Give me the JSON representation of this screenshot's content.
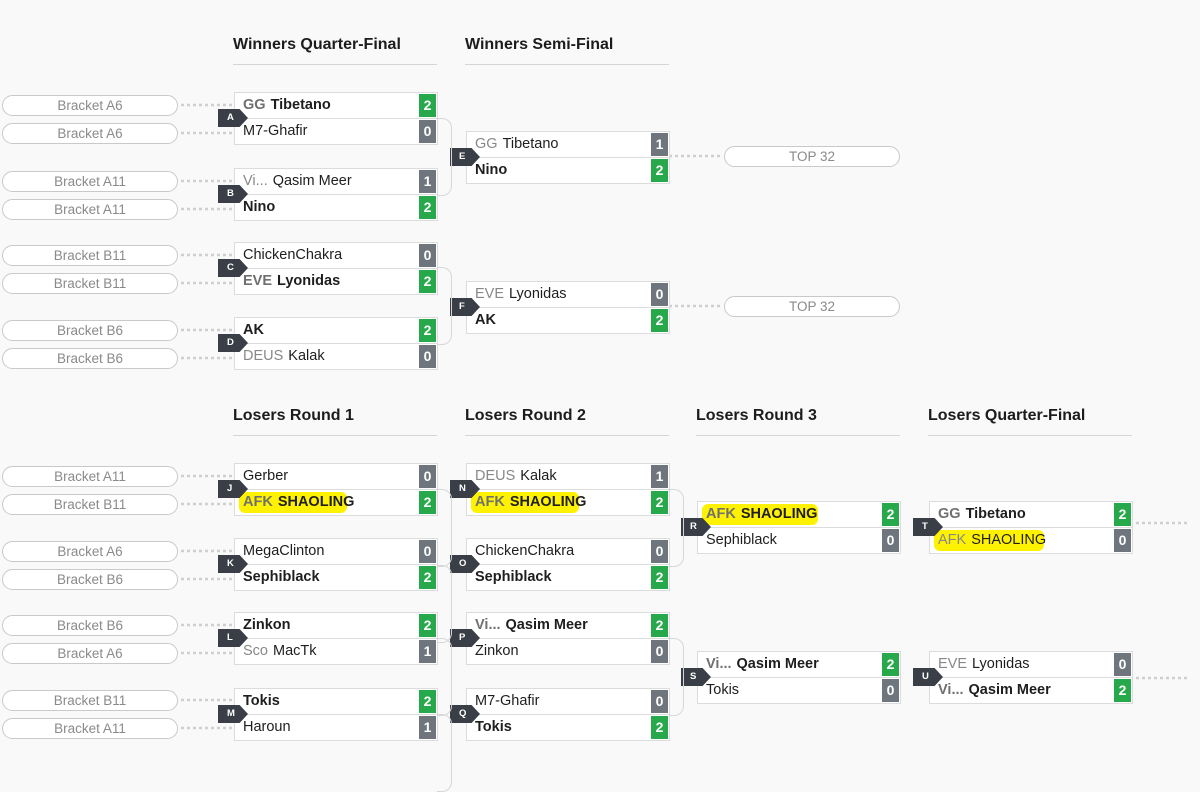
{
  "colors": {
    "win": "#27a84a",
    "loss": "#6e757c",
    "highlight": "#fff200"
  },
  "round_titles": [
    "Winners Quarter-Final",
    "Winners Semi-Final",
    "Losers Round 1",
    "Losers Round 2",
    "Losers Round 3",
    "Losers Quarter-Final"
  ],
  "pills": [
    "Bracket A6",
    "Bracket A6",
    "Bracket A11",
    "Bracket A11",
    "Bracket B11",
    "Bracket B11",
    "Bracket B6",
    "Bracket B6",
    "Bracket A11",
    "Bracket B11",
    "Bracket A6",
    "Bracket B6",
    "Bracket B6",
    "Bracket A6",
    "Bracket B11",
    "Bracket A11",
    "TOP 32",
    "TOP 32"
  ],
  "matches": [
    {
      "id": "A",
      "p": [
        {
          "tag": "GG",
          "name": "Tibetano",
          "score": "2",
          "win": true
        },
        {
          "tag": "",
          "name": "M7-Ghafir",
          "score": "0",
          "win": false
        }
      ]
    },
    {
      "id": "B",
      "p": [
        {
          "tag": "Vi...",
          "name": "Qasim Meer",
          "score": "1",
          "win": false
        },
        {
          "tag": "",
          "name": "Nino",
          "score": "2",
          "win": true
        }
      ]
    },
    {
      "id": "C",
      "p": [
        {
          "tag": "",
          "name": "ChickenChakra",
          "score": "0",
          "win": false
        },
        {
          "tag": "EVE",
          "name": "Lyonidas",
          "score": "2",
          "win": true
        }
      ]
    },
    {
      "id": "D",
      "p": [
        {
          "tag": "",
          "name": "AK",
          "score": "2",
          "win": true
        },
        {
          "tag": "DEUS",
          "name": "Kalak",
          "score": "0",
          "win": false
        }
      ]
    },
    {
      "id": "E",
      "p": [
        {
          "tag": "GG",
          "name": "Tibetano",
          "score": "1",
          "win": false
        },
        {
          "tag": "",
          "name": "Nino",
          "score": "2",
          "win": true
        }
      ]
    },
    {
      "id": "F",
      "p": [
        {
          "tag": "EVE",
          "name": "Lyonidas",
          "score": "0",
          "win": false
        },
        {
          "tag": "",
          "name": "AK",
          "score": "2",
          "win": true
        }
      ]
    },
    {
      "id": "J",
      "p": [
        {
          "tag": "",
          "name": "Gerber",
          "score": "0",
          "win": false
        },
        {
          "tag": "AFK",
          "name": "SHAOLING",
          "score": "2",
          "win": true
        }
      ]
    },
    {
      "id": "K",
      "p": [
        {
          "tag": "",
          "name": "MegaClinton",
          "score": "0",
          "win": false
        },
        {
          "tag": "",
          "name": "Sephiblack",
          "score": "2",
          "win": true
        }
      ]
    },
    {
      "id": "L",
      "p": [
        {
          "tag": "",
          "name": "Zinkon",
          "score": "2",
          "win": true
        },
        {
          "tag": "Sco",
          "name": "MacTk",
          "score": "1",
          "win": false
        }
      ]
    },
    {
      "id": "M",
      "p": [
        {
          "tag": "",
          "name": "Tokis",
          "score": "2",
          "win": true
        },
        {
          "tag": "",
          "name": "Haroun",
          "score": "1",
          "win": false
        }
      ]
    },
    {
      "id": "N",
      "p": [
        {
          "tag": "DEUS",
          "name": "Kalak",
          "score": "1",
          "win": false
        },
        {
          "tag": "AFK",
          "name": "SHAOLING",
          "score": "2",
          "win": true
        }
      ]
    },
    {
      "id": "O",
      "p": [
        {
          "tag": "",
          "name": "ChickenChakra",
          "score": "0",
          "win": false
        },
        {
          "tag": "",
          "name": "Sephiblack",
          "score": "2",
          "win": true
        }
      ]
    },
    {
      "id": "P",
      "p": [
        {
          "tag": "Vi...",
          "name": "Qasim Meer",
          "score": "2",
          "win": true
        },
        {
          "tag": "",
          "name": "Zinkon",
          "score": "0",
          "win": false
        }
      ]
    },
    {
      "id": "Q",
      "p": [
        {
          "tag": "",
          "name": "M7-Ghafir",
          "score": "0",
          "win": false
        },
        {
          "tag": "",
          "name": "Tokis",
          "score": "2",
          "win": true
        }
      ]
    },
    {
      "id": "R",
      "p": [
        {
          "tag": "AFK",
          "name": "SHAOLING",
          "score": "2",
          "win": true
        },
        {
          "tag": "",
          "name": "Sephiblack",
          "score": "0",
          "win": false
        }
      ]
    },
    {
      "id": "S",
      "p": [
        {
          "tag": "Vi...",
          "name": "Qasim Meer",
          "score": "2",
          "win": true
        },
        {
          "tag": "",
          "name": "Tokis",
          "score": "0",
          "win": false
        }
      ]
    },
    {
      "id": "T",
      "p": [
        {
          "tag": "GG",
          "name": "Tibetano",
          "score": "2",
          "win": true
        },
        {
          "tag": "AFK",
          "name": "SHAOLING",
          "score": "0",
          "win": false
        }
      ]
    },
    {
      "id": "U",
      "p": [
        {
          "tag": "EVE",
          "name": "Lyonidas",
          "score": "0",
          "win": false
        },
        {
          "tag": "Vi...",
          "name": "Qasim Meer",
          "score": "2",
          "win": true
        }
      ]
    }
  ]
}
